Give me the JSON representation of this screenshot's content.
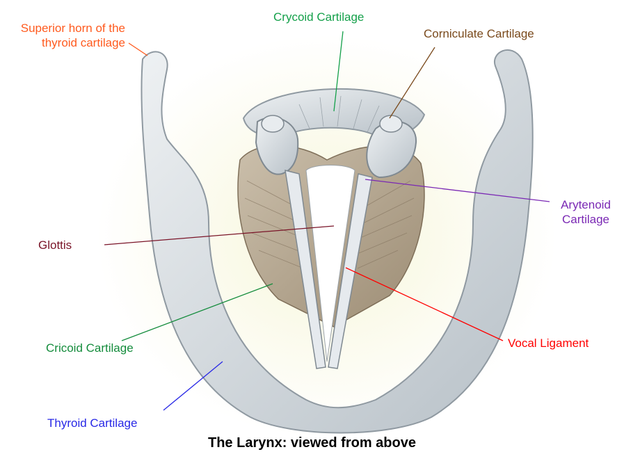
{
  "caption": "The Larynx: viewed from above",
  "labels": {
    "superior_horn": "Superior horn of the thyroid cartilage",
    "crycoid": "Crycoid Cartilage",
    "corniculate": "Corniculate Cartilage",
    "arytenoid": "Arytenoid Cartilage",
    "glottis": "Glottis",
    "cricoid": "Cricoid Cartilage",
    "vocal_ligament": "Vocal Ligament",
    "thyroid": "Thyroid Cartilage"
  },
  "colors": {
    "superior_horn": "#ff5a1e",
    "crycoid": "#14a04a",
    "corniculate": "#7a4a1c",
    "arytenoid": "#7a28b4",
    "glottis": "#7a1428",
    "cricoid": "#148c3c",
    "vocal_ligament": "#ff0000",
    "thyroid": "#2828e6",
    "cartilage_fill": "#dde3e7",
    "cartilage_shadow": "#aeb6bd",
    "muscle": "#b9ab95",
    "background_glow": "#fbfbe4"
  }
}
